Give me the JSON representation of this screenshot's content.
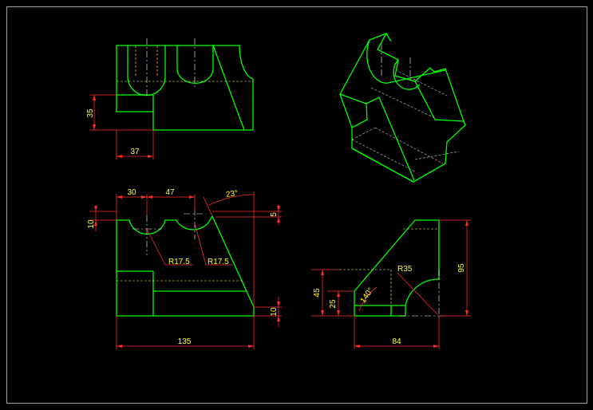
{
  "colors": {
    "background": "#000000",
    "outline": "#00ff00",
    "dimension": "#ff2a2a",
    "text": "#ffff33",
    "hidden": "#ffff66",
    "center": "#ffffff"
  },
  "dimensions": {
    "top_height": "35",
    "top_width": "37",
    "front_w30": "30",
    "front_w47": "47",
    "angle": "23°",
    "front_h10_left": "10",
    "front_h5": "5",
    "radius_left": "R17.5",
    "radius_right": "R17.5",
    "front_h10_right": "10",
    "front_total": "135",
    "side_h45": "45",
    "side_h25": "25",
    "side_angle": "140°",
    "side_radius": "R35",
    "side_h95": "95",
    "side_width": "84"
  }
}
